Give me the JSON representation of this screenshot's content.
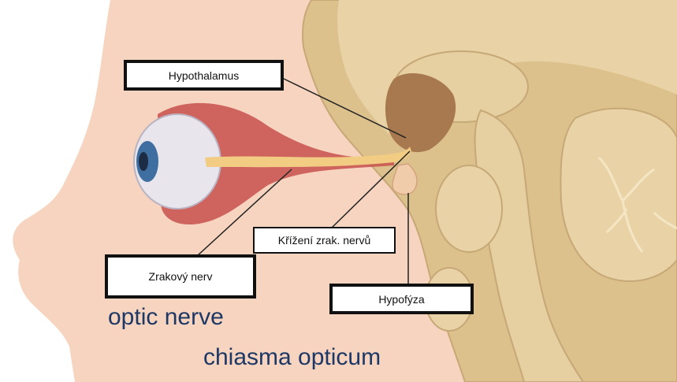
{
  "labels": {
    "hypothalamus": "Hypothalamus",
    "chiasm": "Křížení zrak. nervů",
    "optic_nerve": "Zrakový nerv",
    "pituitary": "Hypofýza"
  },
  "captions": {
    "optic_nerve_en": "optic nerve",
    "chiasma_en": "chiasma opticum"
  },
  "colors": {
    "skin": "#f6d4bf",
    "bone": "#dcc18d",
    "bone_outline": "#c7a877",
    "brain_tissue": "#e9d3a6",
    "hypothalamus": "#a8784f",
    "nerve": "#f2cc82",
    "eye_muscle": "#c8504e",
    "iris": "#3f6fa0",
    "caption_text": "#1e3866",
    "leader_line": "#222222"
  }
}
